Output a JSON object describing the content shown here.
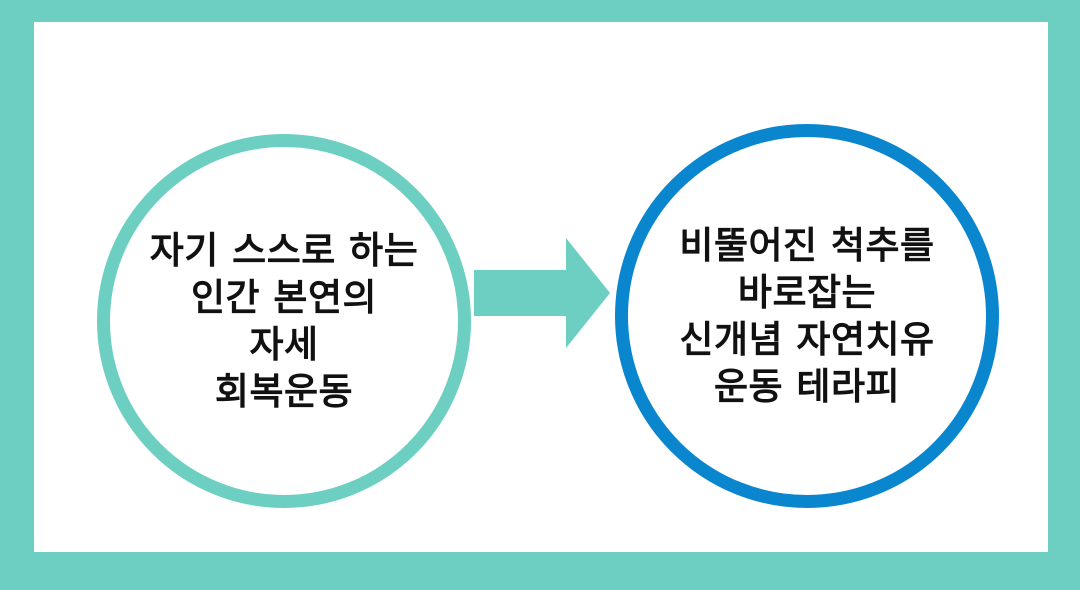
{
  "colors": {
    "background_frame": "#6ccfc2",
    "panel": "#ffffff",
    "left_circle_border": "#6ccfc2",
    "right_circle_border": "#0a86cf",
    "arrow": "#6ccfc2",
    "text": "#111111"
  },
  "left_circle": {
    "lines": [
      "자기 스스로 하는",
      "인간 본연의",
      "자세",
      "회복운동"
    ]
  },
  "right_circle": {
    "lines": [
      "비뚤어진 척추를",
      "바로잡는",
      "신개념 자연치유",
      "운동 테라피"
    ]
  },
  "arrow": {
    "icon": "right-arrow-icon"
  }
}
